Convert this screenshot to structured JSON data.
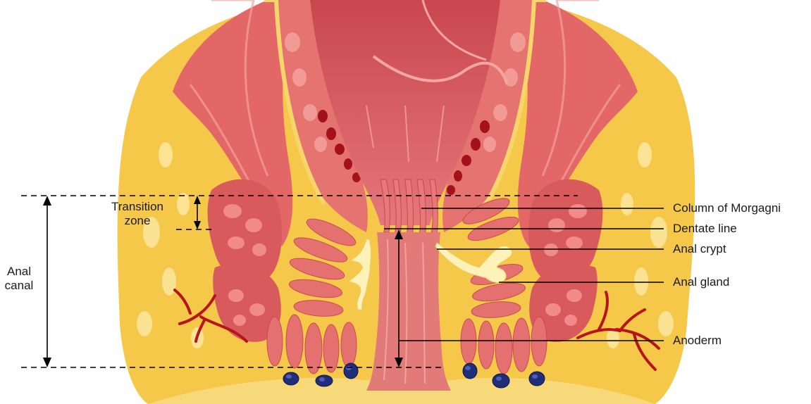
{
  "labels": {
    "transition_zone_line1": "Transition",
    "transition_zone_line2": "zone",
    "anal_canal_line1": "Anal",
    "anal_canal_line2": "canal",
    "column_of_morgagni": "Column of Morgagni",
    "dentate_line": "Dentate line",
    "anal_crypt": "Anal crypt",
    "anal_gland": "Anal gland",
    "anoderm": "Anoderm"
  },
  "colors": {
    "fat": "#f5c84a",
    "fat_light": "#fbe7a0",
    "muscle": "#e56a6a",
    "muscle_dark": "#c94b4f",
    "mucosa": "#e98a86",
    "lumen": "#d9575c",
    "vein": "#a3111a",
    "hemorrhoid_vessel": "#1f2d7a",
    "gland": "#fff2b8",
    "line": "#000000"
  }
}
